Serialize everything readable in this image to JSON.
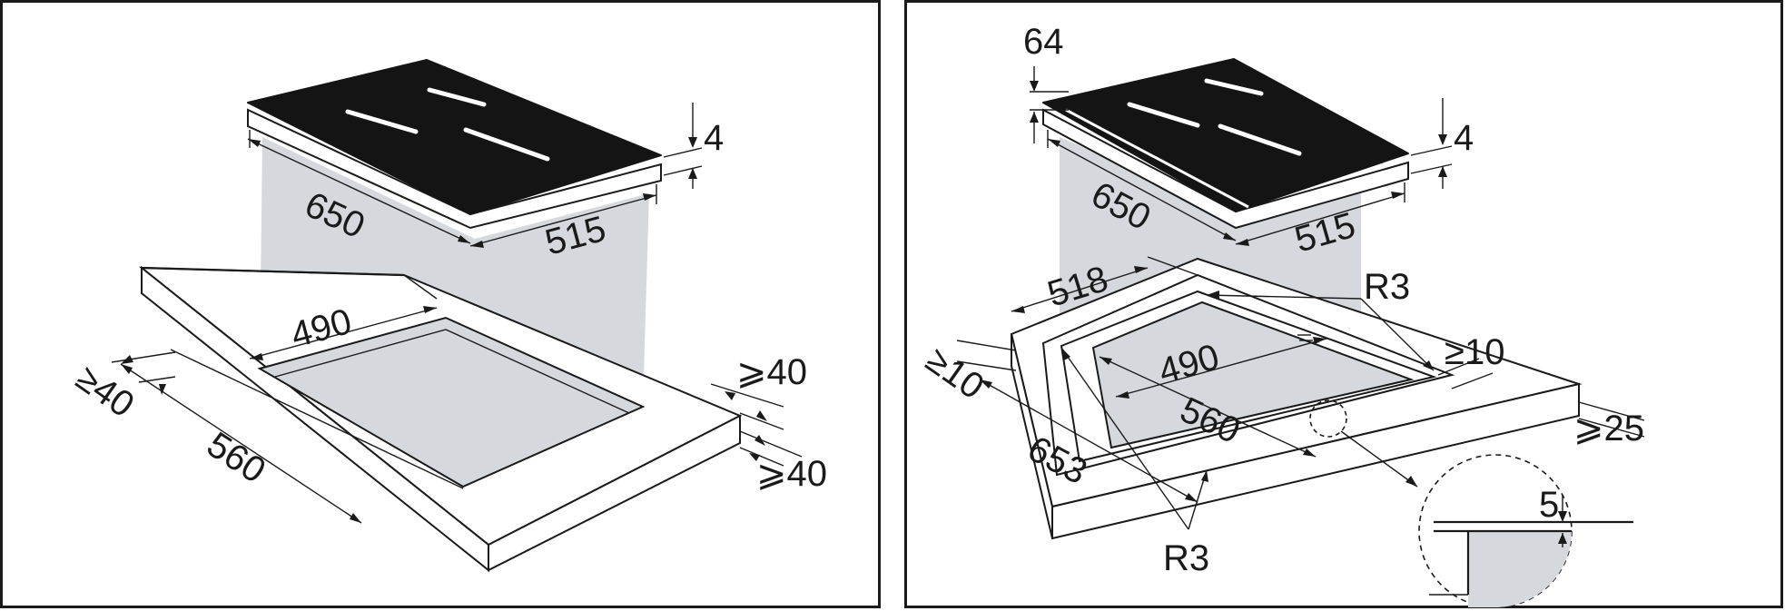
{
  "left_panel": {
    "hob_width": "650",
    "hob_depth": "515",
    "glass_thickness": "4",
    "cutout_depth": "490",
    "cutout_width": "560",
    "wall_clearance": "≥40",
    "back_clearance": "⩾40",
    "front_clearance": "⩾40"
  },
  "right_panel": {
    "frame_height": "64",
    "glass_thickness": "4",
    "hob_width": "650",
    "hob_depth": "515",
    "recess_depth": "518",
    "recess_width": "653",
    "cutout_depth": "490",
    "cutout_width": "560",
    "corner_radius_top": "R3",
    "corner_radius_bottom": "R3",
    "side_clearance": "≥10",
    "wall_clearance": "≥10",
    "back_clearance": "⩾25",
    "step_depth": "5"
  },
  "colors": {
    "line": "#1a1a1a",
    "glass": "#141414",
    "shade": "#d5d9dd"
  }
}
